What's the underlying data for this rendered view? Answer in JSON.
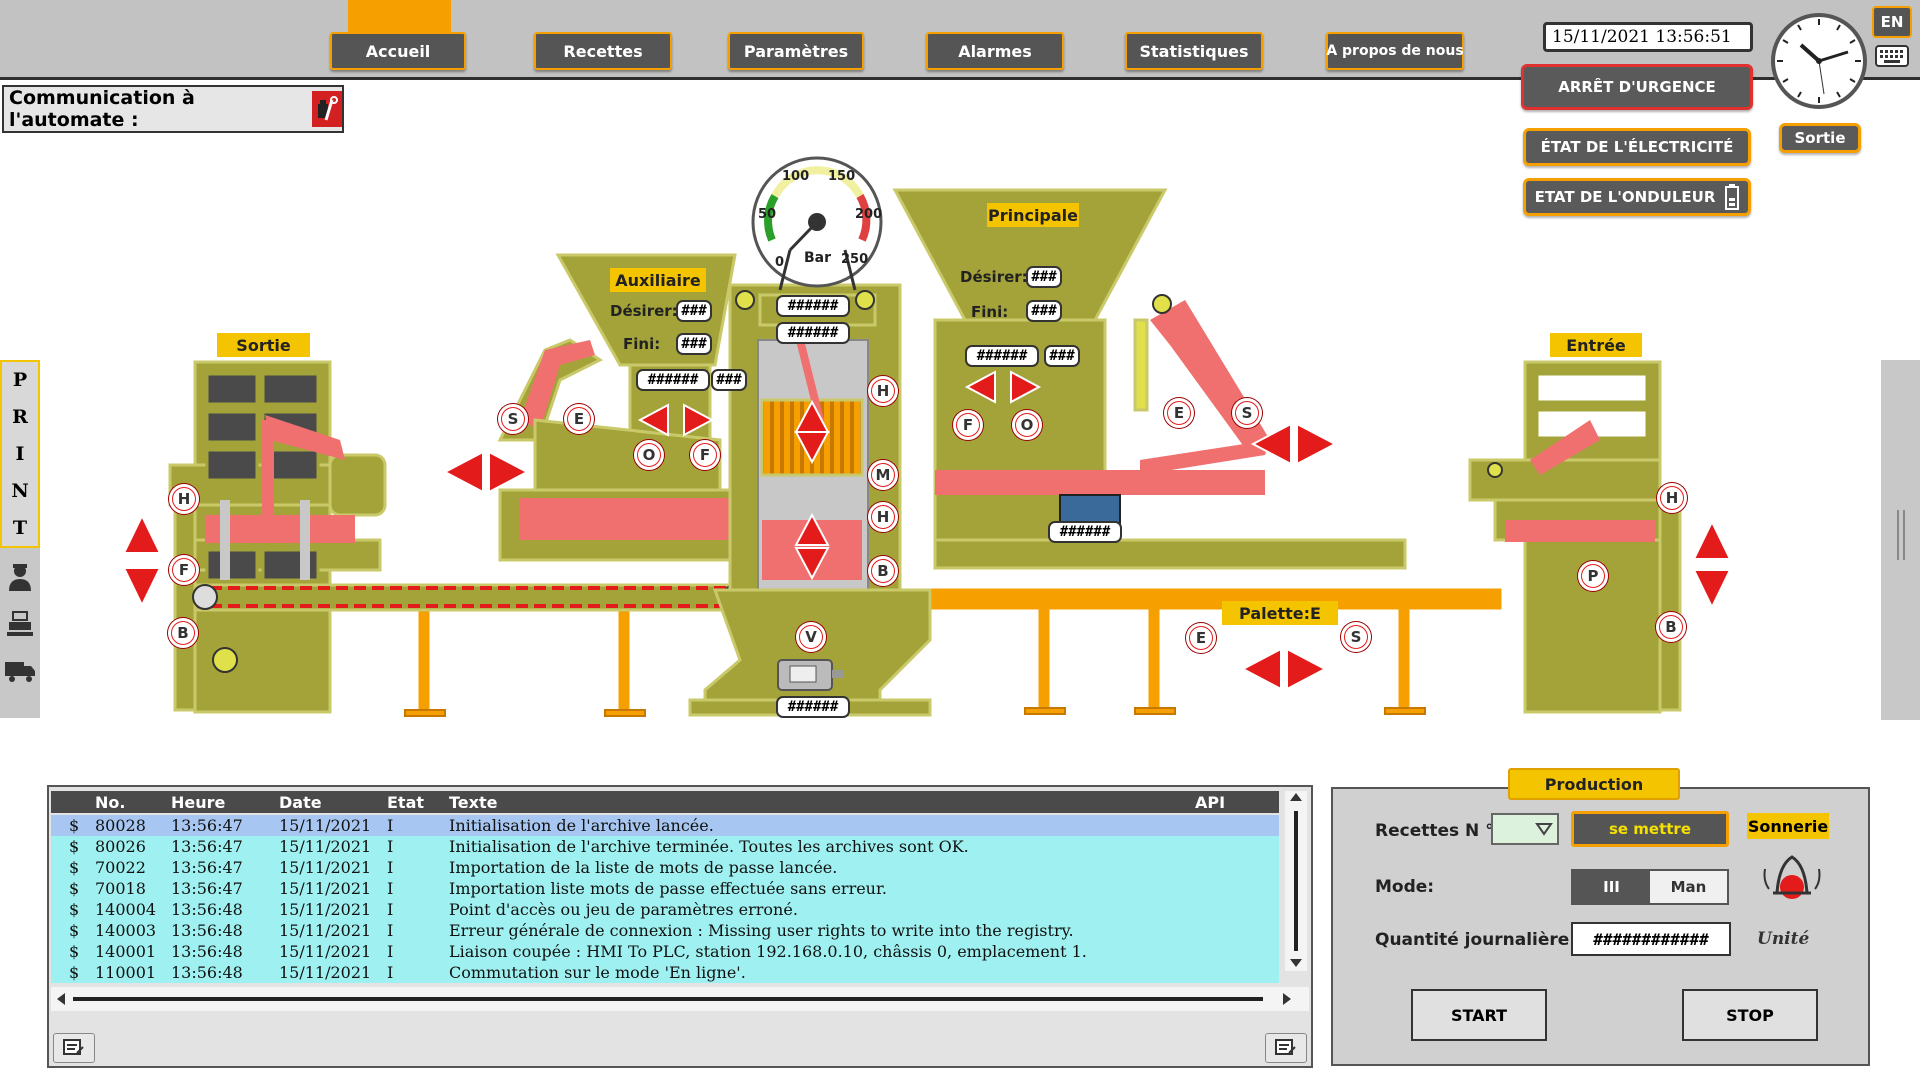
{
  "nav": {
    "items": [
      "Accueil",
      "Recettes",
      "Paramètres",
      "Alarmes",
      "Statistiques",
      "A propos de nous"
    ]
  },
  "header": {
    "datetime": "15/11/2021 13:56:51",
    "emergency_label": "ARRÊT D'URGENCE",
    "electricity_label": "ÉTAT DE L'ÉLECTRICITÉ",
    "ups_label": "ETAT DE L'ONDULEUR",
    "exit_label": "Sortie",
    "language": "EN",
    "communication_label": "Communication à l'automate :"
  },
  "side": {
    "print_letters": [
      "P",
      "R",
      "I",
      "N",
      "T"
    ]
  },
  "diagram": {
    "sortie_label": "Sortie",
    "entree_label": "Entrée",
    "auxiliaire_label": "Auxiliaire",
    "principale_label": "Principale",
    "palette_label": "Palette:E",
    "desirer_label": "Désirer:",
    "fini_label": "Fini:",
    "hash3": "###",
    "hash6": "######",
    "gauge": {
      "unit": "Bar",
      "ticks": [
        "0",
        "50",
        "100",
        "150",
        "200",
        "250"
      ]
    },
    "markers": [
      "H",
      "F",
      "B",
      "S",
      "E",
      "O",
      "F",
      "M",
      "H",
      "B",
      "V",
      "H",
      "F",
      "O",
      "E",
      "S",
      "E",
      "S",
      "H",
      "P",
      "B"
    ]
  },
  "alarms": {
    "columns": [
      "No.",
      "Heure",
      "Date",
      "Etat",
      "Texte",
      "API"
    ],
    "rows": [
      {
        "flag": "$",
        "no": "80028",
        "time": "13:56:47",
        "date": "15/11/2021",
        "state": "I",
        "text": "Initialisation de l'archive lancée.",
        "api": ""
      },
      {
        "flag": "$",
        "no": "80026",
        "time": "13:56:47",
        "date": "15/11/2021",
        "state": "I",
        "text": "Initialisation de l'archive terminée. Toutes les archives sont OK.",
        "api": ""
      },
      {
        "flag": "$",
        "no": "70022",
        "time": "13:56:47",
        "date": "15/11/2021",
        "state": "I",
        "text": "Importation de la liste de mots de passe lancée.",
        "api": ""
      },
      {
        "flag": "$",
        "no": "70018",
        "time": "13:56:47",
        "date": "15/11/2021",
        "state": "I",
        "text": "Importation liste mots de passe effectuée sans erreur.",
        "api": ""
      },
      {
        "flag": "$",
        "no": "140004",
        "time": "13:56:48",
        "date": "15/11/2021",
        "state": "I",
        "text": "Point d'accès ou jeu de paramètres erroné.",
        "api": ""
      },
      {
        "flag": "$",
        "no": "140003",
        "time": "13:56:48",
        "date": "15/11/2021",
        "state": "I",
        "text": "Erreur générale de connexion : Missing user rights to write into the registry.",
        "api": ""
      },
      {
        "flag": "$",
        "no": "140001",
        "time": "13:56:48",
        "date": "15/11/2021",
        "state": "I",
        "text": "Liaison coupée : HMI To PLC, station 192.168.0.10, châssis 0, emplacement 1.",
        "api": ""
      },
      {
        "flag": "$",
        "no": "110001",
        "time": "13:56:48",
        "date": "15/11/2021",
        "state": "I",
        "text": "Commutation sur le mode 'En ligne'.",
        "api": ""
      }
    ]
  },
  "production": {
    "title": "Production",
    "recipe_label": "Recettes N °:",
    "apply_label": "se mettre",
    "ring_label": "Sonnerie",
    "mode_label": "Mode:",
    "mode_auto": "III",
    "mode_manual": "Man",
    "daily_qty_label": "Quantité journalière:",
    "daily_qty_value": "############",
    "unit_label": "Unité",
    "start_label": "START",
    "stop_label": "STOP"
  },
  "colors": {
    "accent": "#f5a000",
    "machine": "#a3a33a",
    "active": "#f07070",
    "alarm_row": "#9ff0f0",
    "danger": "#e41b1b"
  }
}
